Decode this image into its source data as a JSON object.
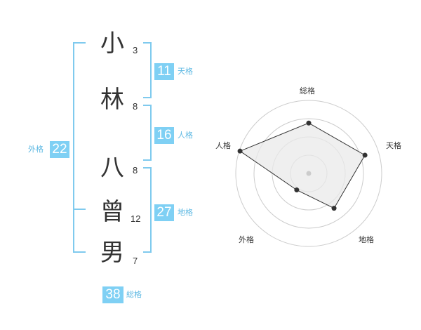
{
  "name": {
    "chars": [
      {
        "char": "小",
        "strokes": "3"
      },
      {
        "char": "林",
        "strokes": "8"
      },
      {
        "char": "八",
        "strokes": "8"
      },
      {
        "char": "曾",
        "strokes": "12"
      },
      {
        "char": "男",
        "strokes": "7"
      }
    ]
  },
  "kakusu": {
    "tenkaku": {
      "value": "11",
      "label": "天格"
    },
    "jinkaku": {
      "value": "16",
      "label": "人格"
    },
    "chikaku": {
      "value": "27",
      "label": "地格"
    },
    "gaikaku": {
      "value": "22",
      "label": "外格"
    },
    "soukaku": {
      "value": "38",
      "label": "総格"
    }
  },
  "chart_data": {
    "type": "radar",
    "axes": [
      "総格",
      "天格",
      "地格",
      "外格",
      "人格"
    ],
    "values": [
      0.69,
      0.81,
      0.59,
      0.28,
      0.99
    ],
    "max": 1,
    "rings": 4,
    "colors": {
      "fill": "#e9e9e9",
      "line": "#333333",
      "grid": "#cccccc",
      "center": "#cccccc"
    }
  }
}
